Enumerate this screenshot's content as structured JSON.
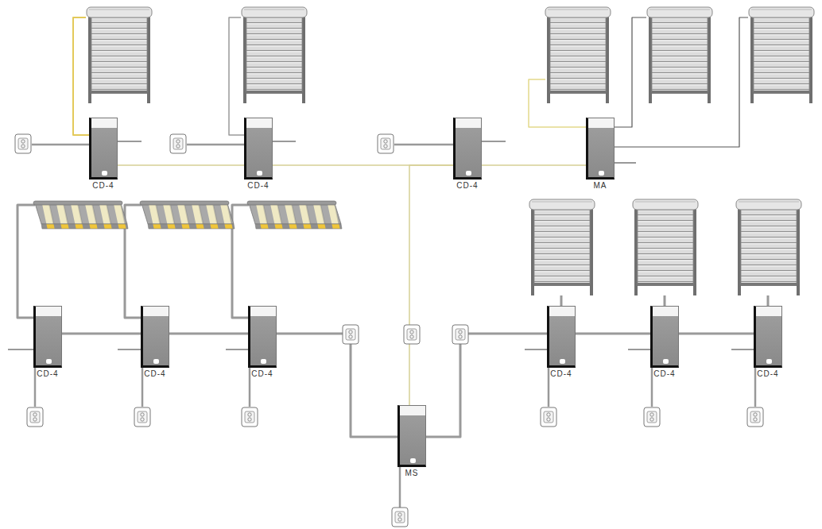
{
  "diagram": {
    "nodes": [
      {
        "text": [
          "CD-4"
        ]
      },
      {
        "text": [
          "CD-4"
        ]
      },
      {
        "text": [
          "CD-4"
        ]
      },
      {
        "text": [
          "MA"
        ]
      },
      {
        "text": [
          "CD-4"
        ]
      },
      {
        "text": [
          "CD-4"
        ]
      },
      {
        "text": [
          "CD-4"
        ]
      },
      {
        "text": [
          "CD-4"
        ]
      },
      {
        "text": [
          "CD-4"
        ]
      },
      {
        "text": [
          "CD-4"
        ]
      },
      {
        "text": [
          "MS"
        ]
      }
    ],
    "edges": [
      {
        "from": 0,
        "to": 1,
        "arrow": "none"
      },
      {
        "from": 1,
        "to": 2,
        "arrow": "none"
      },
      {
        "from": 2,
        "to": 3,
        "arrow": "none"
      },
      {
        "from": 10,
        "to": 2,
        "arrow": "none"
      },
      {
        "from": 4,
        "to": 5,
        "arrow": "none"
      },
      {
        "from": 5,
        "to": 6,
        "arrow": "none"
      },
      {
        "from": 6,
        "to": 10,
        "arrow": "none"
      },
      {
        "from": 10,
        "to": 7,
        "arrow": "none"
      },
      {
        "from": 7,
        "to": 8,
        "arrow": "none"
      },
      {
        "from": 8,
        "to": 9,
        "arrow": "none"
      }
    ]
  }
}
